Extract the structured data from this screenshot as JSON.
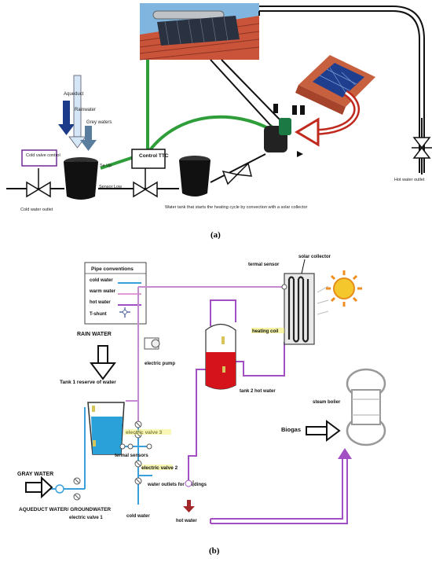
{
  "panel_a": {
    "caption": "(a)",
    "aqueduct": "Aqueduct",
    "rainwater": "Rainwater",
    "grey_waters": "Grey waters",
    "cold_valve_control": "Cold valve control",
    "sensor_up": "Se Up",
    "sensor_low": "Sensor Low",
    "control_ttc": "Control TTC",
    "cold_water_outlet": "Cold water outlet",
    "tank_note": "Water tank that starts the heating cycle by convection with a solar collector",
    "hot_water_outlet": "Hot water outlet"
  },
  "panel_b": {
    "caption": "(b)",
    "legend": {
      "title": "Pipe conventions",
      "items": [
        {
          "label": "cold water",
          "color": "#3aa0dd"
        },
        {
          "label": "warm water",
          "color": "#e39ad6"
        },
        {
          "label": "hot water",
          "color": "#a24fc4"
        },
        {
          "label": "T-shunt",
          "color": "#5d6fa8"
        }
      ]
    },
    "rain_water": "RAIN WATER",
    "tank1": "Tank 1 reserve of water",
    "electric_pump": "electric pump",
    "electric_valve_3": "electric valve 3",
    "electric_valve_2": "electric valve 2",
    "electric_valve_1": "electric valve 1",
    "termal_sensors": "termal sensors",
    "water_outlets": "water outlets for buildings",
    "cold_water": "cold water",
    "hot_water": "hot water",
    "tank2": "tank 2 hot water",
    "termal_sensor": "termal sensor",
    "solar_collector": "solar collector",
    "heating_coil": "heating coil",
    "steam_boiler": "steam bolier",
    "biogas": "Biogas",
    "gray_water": "GRAY WATER",
    "aqueduct_water": "AQUEDUCT WATER/ GROUNDWATER"
  },
  "colors": {
    "cold": "#3aa0dd",
    "warm": "#e39ad6",
    "hot": "#a24fc4",
    "green": "#2f9e3a",
    "red_arrow": "#c0291e"
  }
}
